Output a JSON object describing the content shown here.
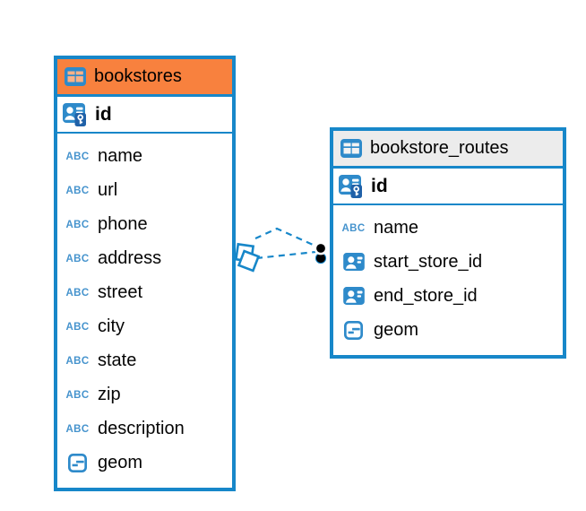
{
  "colors": {
    "accent_blue": "#1787c9",
    "icon_blue": "#2e8aca",
    "abc_blue": "#4593cd",
    "key_chip_blue": "#2061a8",
    "bookstores_header": "#f8813e",
    "bookstore_routes_header": "#ececec",
    "relationship_dot": "#000000"
  },
  "tables": [
    {
      "name": "bookstores",
      "header_icon": "table-icon",
      "header_color": "#f8813e",
      "primary_key": "id",
      "primary_key_icon": "primary-key-icon",
      "fields": [
        {
          "name": "name",
          "icon": "text-icon"
        },
        {
          "name": "url",
          "icon": "text-icon"
        },
        {
          "name": "phone",
          "icon": "text-icon"
        },
        {
          "name": "address",
          "icon": "text-icon"
        },
        {
          "name": "street",
          "icon": "text-icon"
        },
        {
          "name": "city",
          "icon": "text-icon"
        },
        {
          "name": "state",
          "icon": "text-icon"
        },
        {
          "name": "zip",
          "icon": "text-icon"
        },
        {
          "name": "description",
          "icon": "text-icon"
        },
        {
          "name": "geom",
          "icon": "geometry-icon"
        }
      ]
    },
    {
      "name": "bookstore_routes",
      "header_icon": "table-icon",
      "header_color": "#ececec",
      "primary_key": "id",
      "primary_key_icon": "primary-key-icon",
      "fields": [
        {
          "name": "name",
          "icon": "text-icon"
        },
        {
          "name": "start_store_id",
          "icon": "foreign-key-icon"
        },
        {
          "name": "end_store_id",
          "icon": "foreign-key-icon"
        },
        {
          "name": "geom",
          "icon": "geometry-icon"
        }
      ]
    }
  ],
  "relationships": [
    {
      "from_table": "bookstore_routes",
      "to_table": "bookstores",
      "style": "dashed"
    },
    {
      "from_table": "bookstore_routes",
      "to_table": "bookstores",
      "style": "dashed"
    }
  ]
}
